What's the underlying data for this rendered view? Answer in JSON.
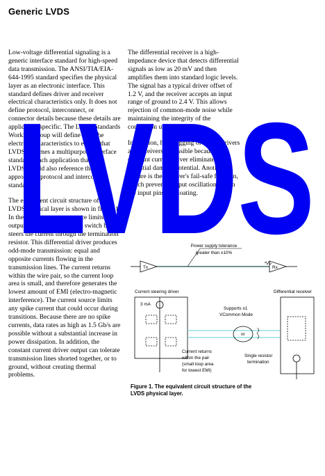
{
  "heading": "Generic LVDS",
  "watermark": {
    "text": "LVDS",
    "color": "#0000f2"
  },
  "column_left": {
    "p1": "Low-voltage differential signaling is a generic interface standard for high-speed data transmission. The ANSI/TIA/EIA-644-1995 standard specifies the physical layer as an electronic interface. This standard defines driver and receiver electrical characteristics only. It does not define protocol, interconnect, or connector details because these details are application specific. The LVDS Standards Working Group will define only the electrical characteristics to ensure that LVDS becomes a multipurpose interface standard. Each application that uses LVDS should also reference the appropriate protocol and interconnect standard.",
    "p2": "The equivalent circuit structure of the LVDS physical layer is shown in figure 1. In the driver, a current source limits output to about 3 mA, and a switch box steers the current through the termination resistor. This differential driver produces odd-mode transmission: equal and opposite currents flowing in the transmission lines. The current returns within the wire pair, so the current loop area is small, and therefore generates the lowest amount of EMI (electro-magnetic interference). The current source limits any spike current that could occur during transitions. Because there are no spike currents, data rates as high as 1.5 Gb/s are possible without a substantial increase in power dissipation. In addition, the constant current driver output can tolerate transmission lines shorted together, or to ground, without creating thermal problems."
  },
  "column_right": {
    "p1": "The differential receiver is a high-impedance device that detects differential signals as low as 20 mV and then amplifies them into standard logic levels. The signal has a typical driver offset of 1.2 V, and the receiver accepts an input range of ground to 2.4 V. This allows rejection of common-mode noise while maintaining the integrity of the connection up to ...",
    "p2": "In addition, hot plugging of LVDS drivers and receivers is possible because the constant current driver eliminates potential damage potential. Another feature is the receiver's fail-safe function, which prevents output oscillations when the input pins are floating."
  },
  "figure": {
    "power_label_1": "Power supply tolerance",
    "power_label_2": "greater than ±10%",
    "tx": "Tx",
    "rx": "Rx",
    "driver_label": "Current steering driver",
    "receiver_label": "Differential receiver",
    "current": "3 mA",
    "supports_1": "Supports ±1",
    "supports_2": "VCommon Mode",
    "or": "or",
    "returns_1": "Current returns",
    "returns_2": "within the pair",
    "returns_3": "(small loop area",
    "returns_4": "for lowest EMI)",
    "resistor_1": "Single resistor",
    "resistor_2": "termination",
    "caption": "Figure 1. The equivalent circuit structure of the LVDS physical layer."
  }
}
